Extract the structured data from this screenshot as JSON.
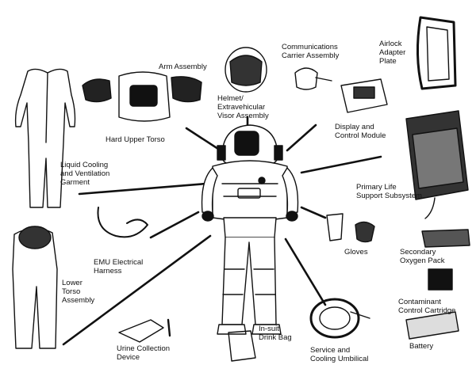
{
  "labels": {
    "arm_assembly": "Arm Assembly",
    "communications_carrier": "Communications\nCarrier Assembly",
    "airlock_adapter": "Airlock\nAdapter\nPlate",
    "helmet": "Helmet/\nExtravehicular\nVisor Assembly",
    "hard_upper_torso": "Hard Upper Torso",
    "display_control": "Display and\nControl Module",
    "liquid_cooling": "Liquid Cooling\nand Ventilation\nGarment",
    "primary_life_support": "Primary Life\nSupport Subsystem",
    "emu_harness": "EMU Electrical\nHarness",
    "gloves": "Gloves",
    "secondary_oxygen": "Secondary\nOxygen Pack",
    "lower_torso": "Lower\nTorso\nAssembly",
    "contaminant_cartridge": "Contaminant\nControl Cartridge",
    "urine_collection": "Urine Collection\nDevice",
    "drink_bag": "In-suit\nDrink Bag",
    "service_umbilical": "Service and\nCooling Umbilical",
    "battery": "Battery"
  },
  "colors": {
    "ink": "#111111",
    "background": "#ffffff"
  }
}
